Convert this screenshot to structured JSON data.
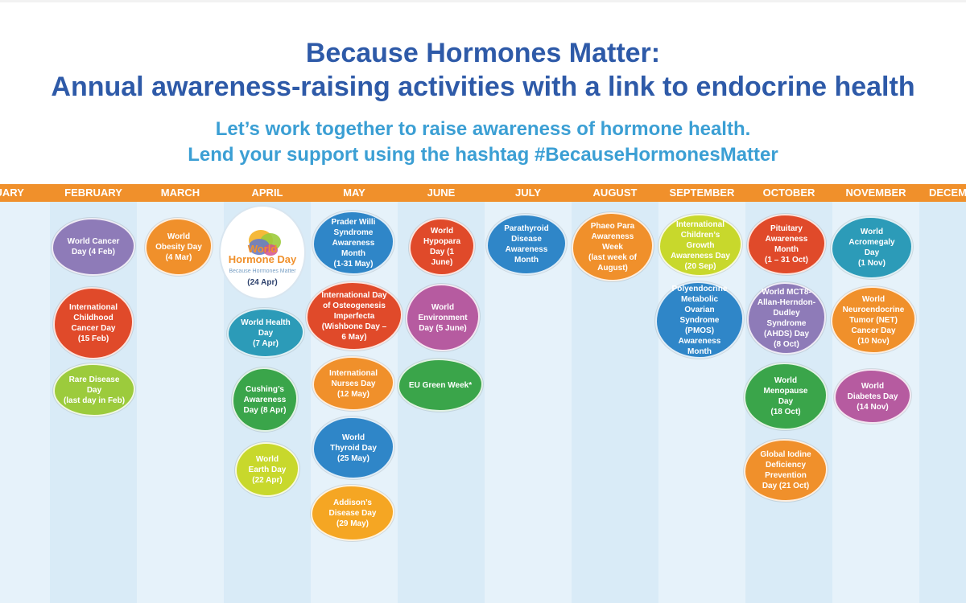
{
  "title_line1": "Because Hormones Matter:",
  "title_line2": "Annual awareness-raising activities with a link to endocrine health",
  "subtitle_line1": "Let’s work together to raise awareness of hormone health.",
  "subtitle_line2": "Lend your support using the hashtag #BecauseHormonesMatter",
  "colors": {
    "title": "#2e5aa8",
    "subtitle": "#3b9fd4",
    "month_bar": "#f0902b",
    "column_a": "#d9ebf7",
    "column_b": "#e6f2fa"
  },
  "months": [
    "NUARY",
    "FEBRUARY",
    "MARCH",
    "APRIL",
    "MAY",
    "JUNE",
    "JULY",
    "AUGUST",
    "SEPTEMBER",
    "OCTOBER",
    "NOVEMBER",
    "DECEM"
  ],
  "world_hormone_day": {
    "logo_line1": "World",
    "logo_line2": "Hormone Day",
    "logo_tagline": "Because Hormones Matter",
    "date": "(24 Apr)"
  },
  "events": {
    "feb_1": {
      "label": "World Cancer\nDay (4 Feb)",
      "color": "#8e7bb8"
    },
    "feb_2": {
      "label": "International\nChildhood\nCancer Day\n(15 Feb)",
      "color": "#e04a2a"
    },
    "feb_3": {
      "label": "Rare Disease Day\n(last day in Feb)",
      "color": "#9ccb3c"
    },
    "mar_1": {
      "label": "World\nObesity Day\n(4 Mar)",
      "color": "#f0902b"
    },
    "apr_1": {
      "label": "World Health Day\n(7 Apr)",
      "color": "#2c9bb8"
    },
    "apr_2": {
      "label": "Cushing’s\nAwareness\nDay (8 Apr)",
      "color": "#3aa54a"
    },
    "apr_3": {
      "label": "World\nEarth Day\n(22 Apr)",
      "color": "#c8d82c"
    },
    "may_1": {
      "label": "Prader Willi\nSyndrome\nAwareness Month\n(1-31 May)",
      "color": "#2f86c8"
    },
    "may_2": {
      "label": "International Day\nof Osteogenesis\nImperfecta\n(Wishbone Day –\n6 May)",
      "color": "#e04a2a"
    },
    "may_3": {
      "label": "International\nNurses Day\n(12 May)",
      "color": "#f0902b"
    },
    "may_4": {
      "label": "World\nThyroid Day\n(25 May)",
      "color": "#2f86c8"
    },
    "may_5": {
      "label": "Addison’s\nDisease Day\n(29 May)",
      "color": "#f5a623"
    },
    "jun_1": {
      "label": "World\nHypopara\nDay (1 June)",
      "color": "#e04a2a"
    },
    "jun_2": {
      "label": "World\nEnvironment\nDay (5 June)",
      "color": "#b65ba0"
    },
    "jun_3": {
      "label": "EU Green Week*",
      "color": "#3aa54a"
    },
    "jul_1": {
      "label": "Parathyroid\nDisease\nAwareness\nMonth",
      "color": "#2f86c8"
    },
    "aug_1": {
      "label": "Phaeo Para\nAwareness\nWeek\n(last week of\nAugust)",
      "color": "#f0902b"
    },
    "sep_1": {
      "label": "International\nChildren’s Growth\nAwareness Day\n(20 Sep)",
      "color": "#c8d82c"
    },
    "sep_2": {
      "label": "Polyendocrine\nMetabolic\nOvarian Syndrome\n(PMOS)\nAwareness\nMonth",
      "color": "#2f86c8"
    },
    "oct_1": {
      "label": "Pituitary\nAwareness\nMonth\n(1 – 31 Oct)",
      "color": "#e04a2a"
    },
    "oct_2": {
      "label": "World MCT8-\nAllan-Herndon-\nDudley Syndrome\n(AHDS) Day\n(8 Oct)",
      "color": "#8e7bb8"
    },
    "oct_3": {
      "label": "World\nMenopause\nDay\n(18 Oct)",
      "color": "#3aa54a"
    },
    "oct_4": {
      "label": "Global Iodine\nDeficiency\nPrevention\nDay (21 Oct)",
      "color": "#f0902b"
    },
    "nov_1": {
      "label": "World\nAcromegaly Day\n(1 Nov)",
      "color": "#2c9bb8"
    },
    "nov_2": {
      "label": "World\nNeuroendocrine\nTumor (NET)\nCancer Day\n(10 Nov)",
      "color": "#f0902b"
    },
    "nov_3": {
      "label": "World\nDiabetes Day\n(14 Nov)",
      "color": "#b65ba0"
    }
  }
}
